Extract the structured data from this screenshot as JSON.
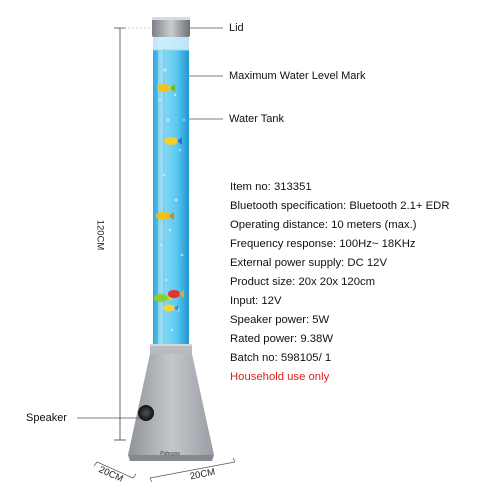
{
  "callouts": {
    "lid": "Lid",
    "max_water": "Maximum Water Level Mark",
    "water_tank": "Water Tank",
    "speaker": "Speaker"
  },
  "specs": [
    "Item no: 313351",
    "Bluetooth specification: Bluetooth 2.1+ EDR",
    "Operating distance: 10 meters (max.)",
    "Frequency response: 100Hz~ 18KHz",
    "External power supply: DC 12V",
    "Product size: 20x 20x 120cm",
    "Input: 12V",
    "Speaker power: 5W",
    "Rated power: 9.38W",
    "Batch no: 598105/ 1"
  ],
  "warning": "Household use only",
  "dimensions": {
    "height": "120CM",
    "width_left": "20CM",
    "width_right": "20CM"
  },
  "brand": "Puhoyos",
  "colors": {
    "water": "#4fc3ec",
    "base": "#a4a8ae",
    "warning": "#e0201c"
  }
}
